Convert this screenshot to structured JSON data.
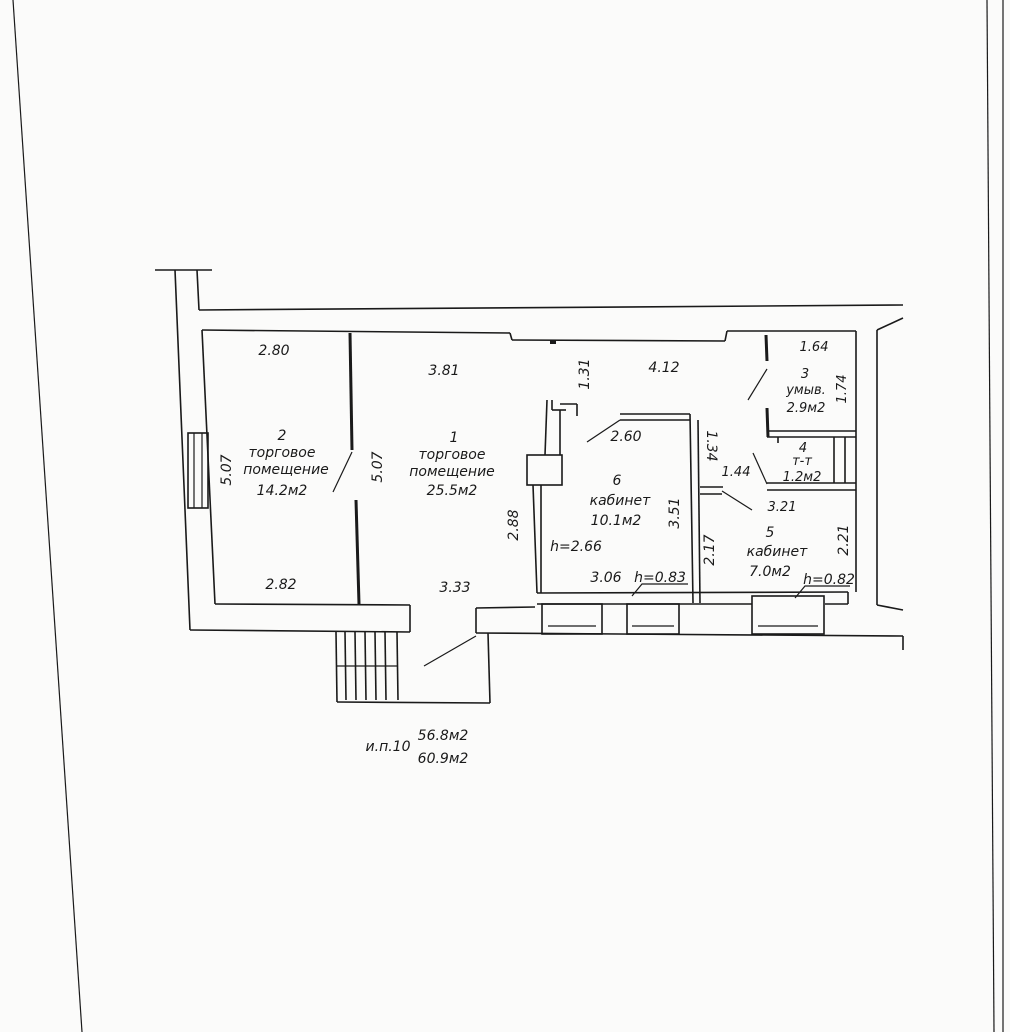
{
  "rooms": [
    {
      "num": "1",
      "line1": "торговое",
      "line2": "помещение",
      "area": "25.5м2"
    },
    {
      "num": "2",
      "line1": "торговое",
      "line2": "помещение",
      "area": "14.2м2"
    },
    {
      "num": "3",
      "line1": "умыв.",
      "area": "2.9м2"
    },
    {
      "num": "4",
      "line1": "т-т",
      "area": "1.2м2"
    },
    {
      "num": "5",
      "line1": "кабинет",
      "area": "7.0м2"
    },
    {
      "num": "6",
      "line1": "кабинет",
      "area": "10.1м2"
    }
  ],
  "dims": [
    "2.80",
    "5.07",
    "2.82",
    "3.81",
    "5.07",
    "3.33",
    "1.31",
    "4.12",
    "2.60",
    "1.34",
    "3.51",
    "2.88",
    "h=2.66",
    "3.06",
    "h=0.83",
    "1.64",
    "1.74",
    "1.44",
    "3.21",
    "2.21",
    "2.17",
    "h=0.82"
  ],
  "summary": {
    "label": "и.п.10",
    "area1": "56.8м2",
    "area2": "60.9м2"
  }
}
